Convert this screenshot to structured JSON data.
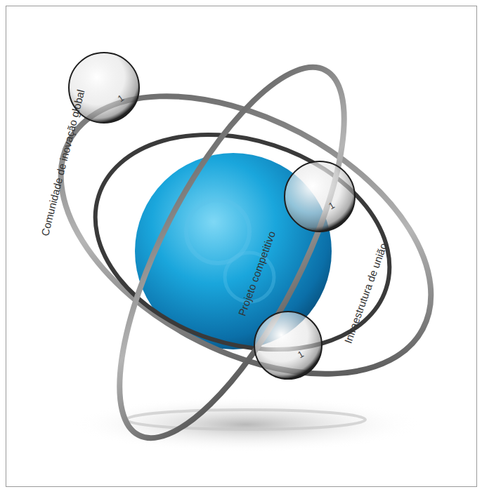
{
  "diagram": {
    "labels": [
      "Comunidade de inovação global",
      "Projeto competitivo",
      "Infraestrutura de união",
      "1",
      "1",
      "1"
    ]
  }
}
